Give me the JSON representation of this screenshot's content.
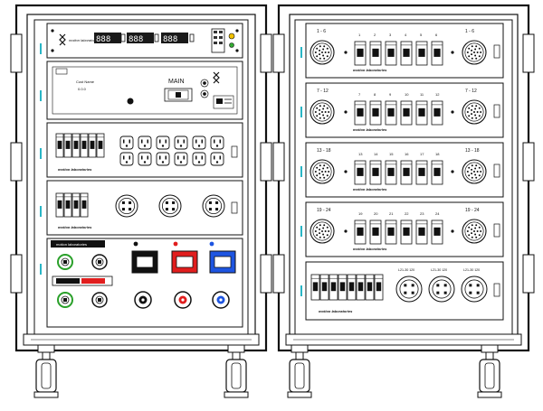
{
  "colors": {
    "outline": "#111111",
    "panel": "#ffffff",
    "handle_accent": "#29b6c6",
    "display_bg": "#1a1a1a",
    "led_yellow": "#f2c200",
    "led_green": "#33aa33",
    "black_conn": "#111111",
    "red_conn": "#e11e1e",
    "blue_conn": "#1e55e1",
    "green_ring": "#2aa02a"
  },
  "left_rack": {
    "meter_panel": {
      "brand": "motion laboratories",
      "meters": [
        "888",
        "888",
        "888"
      ]
    },
    "main_panel": {
      "small_label_1": "Cust Name",
      "small_label_2": "0.0.0",
      "main_label": "MAIN"
    },
    "outlet_panel": {
      "logo": "motion laboratories",
      "breakers": 6,
      "duplex_outlets": 12
    },
    "twistlock_panel": {
      "logo": "motion laboratories",
      "breakers": 4,
      "receptacles": 3
    },
    "camlok_panel": {
      "title": "motion laboratories",
      "cam_colors": [
        "black",
        "red",
        "blue"
      ]
    }
  },
  "right_rack": {
    "panels": [
      {
        "left_label": "1 - 6",
        "right_label": "1 - 6",
        "breaker_numbers": [
          "1",
          "2",
          "3",
          "4",
          "5",
          "6"
        ]
      },
      {
        "left_label": "7 - 12",
        "right_label": "7 - 12",
        "breaker_numbers": [
          "7",
          "8",
          "9",
          "10",
          "11",
          "12"
        ]
      },
      {
        "left_label": "13 - 18",
        "right_label": "13 - 18",
        "breaker_numbers": [
          "13",
          "14",
          "15",
          "16",
          "17",
          "18"
        ]
      },
      {
        "left_label": "19 - 24",
        "right_label": "19 - 24",
        "breaker_numbers": [
          "19",
          "20",
          "21",
          "22",
          "23",
          "24"
        ]
      }
    ],
    "twistlock_panel": {
      "logo": "motion laboratories",
      "breakers": 8,
      "receptacle_labels": [
        "L21-30 120",
        "L21-30 120",
        "L21-30 120"
      ]
    },
    "panel_logo": "motion laboratories"
  }
}
